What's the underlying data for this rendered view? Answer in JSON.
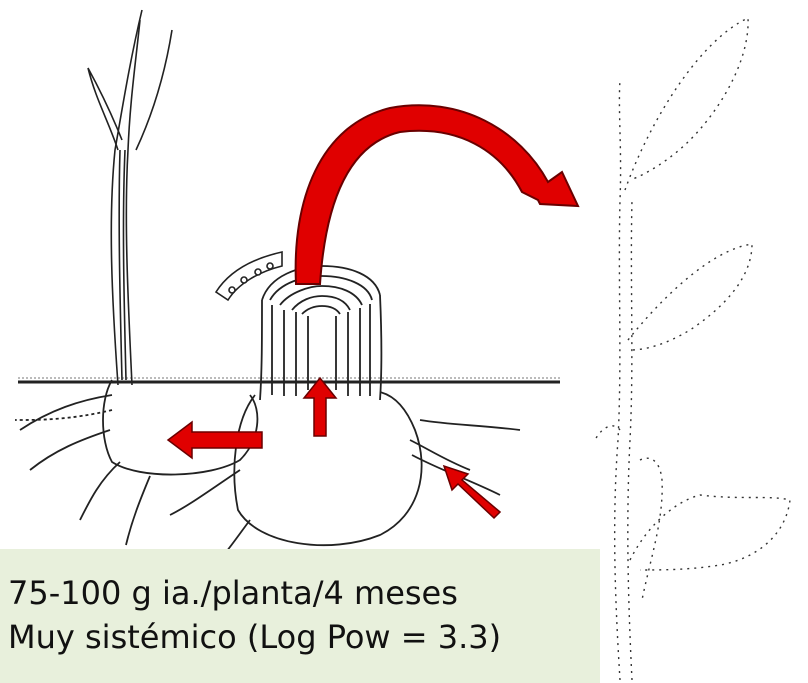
{
  "caption": {
    "line1": "75-100 g ia./planta/4 meses",
    "line2": "Muy sistémico (Log Pow = 3.3)"
  },
  "colors": {
    "arrow_fill": "#e00000",
    "arrow_stroke": "#6a0000",
    "caption_box": "#e8f0dc",
    "drawing_ink": "#222222"
  },
  "icons": {
    "big_arrow": "curved-red-arrow",
    "small_arrows": "red-straight-arrows",
    "cut_piece": "cut-chip-slice"
  }
}
